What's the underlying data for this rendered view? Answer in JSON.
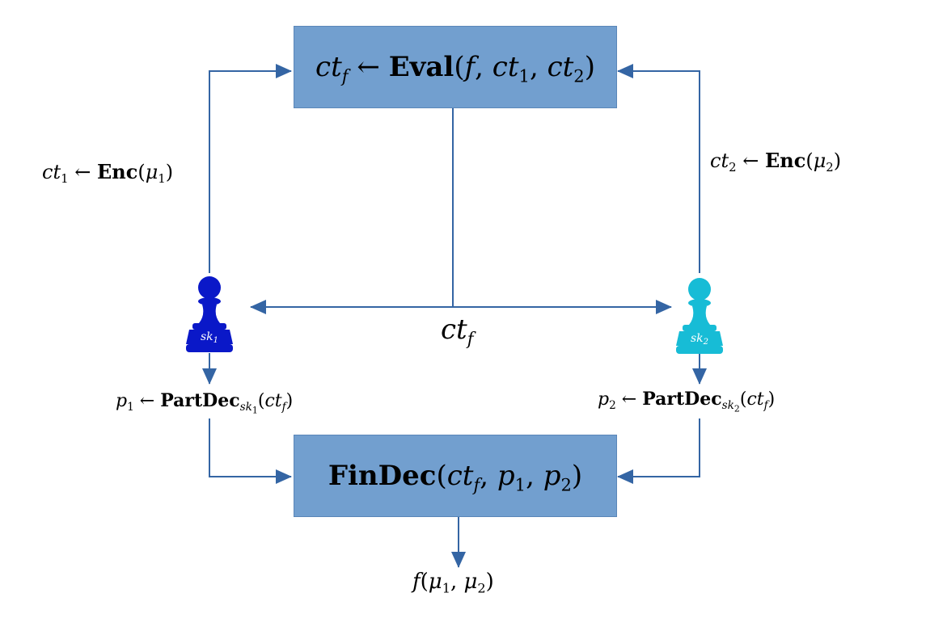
{
  "eval_box": {
    "lhs": "ct",
    "lhs_sub": "f",
    "arrow": "←",
    "func": "Eval",
    "args_open": "(",
    "a1": "f",
    "a2": "ct",
    "a2_sub": "1",
    "a3": "ct",
    "a3_sub": "2",
    "args_close": ")"
  },
  "enc1": {
    "lhs": "ct",
    "lhs_sub": "1",
    "arrow": "←",
    "func": "Enc",
    "arg": "μ",
    "arg_sub": "1"
  },
  "enc2": {
    "lhs": "ct",
    "lhs_sub": "2",
    "arrow": "←",
    "func": "Enc",
    "arg": "μ",
    "arg_sub": "2"
  },
  "center_label": {
    "text": "ct",
    "sub": "f"
  },
  "party1": {
    "key": "sk",
    "key_sub": "1",
    "color": "#0a18c8"
  },
  "party2": {
    "key": "sk",
    "key_sub": "2",
    "color": "#17bcd6"
  },
  "partdec1": {
    "lhs": "p",
    "lhs_sub": "1",
    "arrow": "←",
    "func": "PartDec",
    "key": "sk",
    "key_sub": "1",
    "arg": "ct",
    "arg_sub": "f"
  },
  "partdec2": {
    "lhs": "p",
    "lhs_sub": "2",
    "arrow": "←",
    "func": "PartDec",
    "key": "sk",
    "key_sub": "2",
    "arg": "ct",
    "arg_sub": "f"
  },
  "findec_box": {
    "func": "FinDec",
    "a1": "ct",
    "a1_sub": "f",
    "a2": "p",
    "a2_sub": "1",
    "a3": "p",
    "a3_sub": "2"
  },
  "output": {
    "f": "f",
    "a1": "μ",
    "a1_sub": "1",
    "a2": "μ",
    "a2_sub": "2"
  },
  "colors": {
    "box_fill": "#729fcf",
    "arrow": "#3465a4"
  }
}
